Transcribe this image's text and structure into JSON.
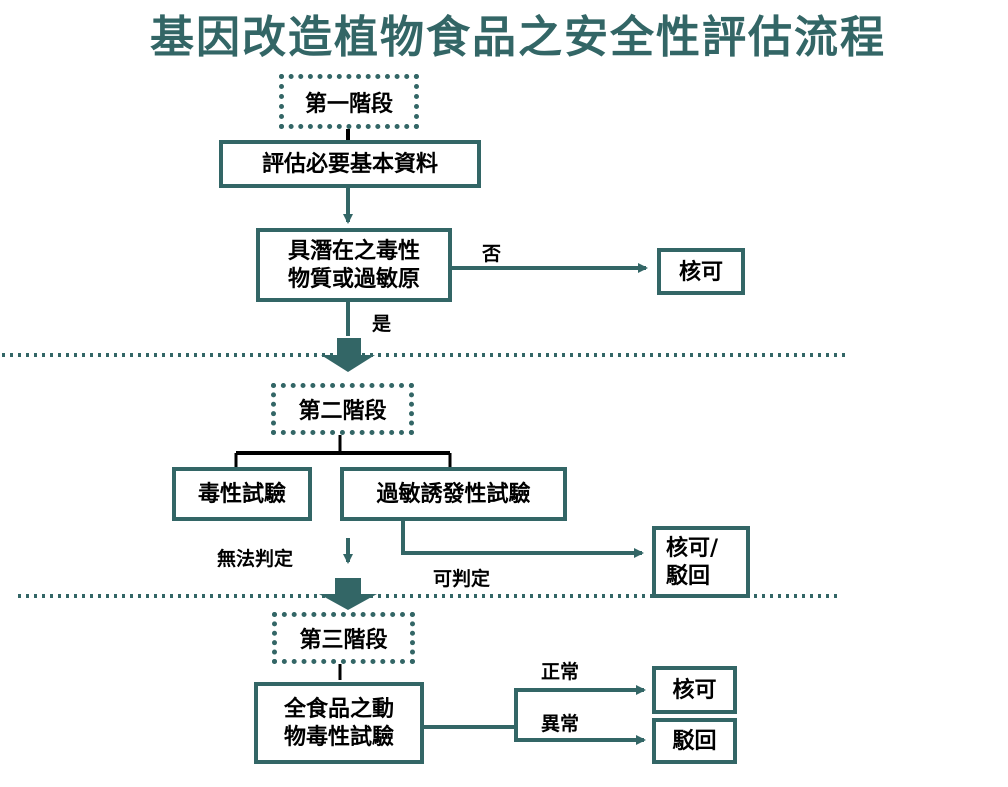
{
  "title": "基因改造植物食品之安全性評估流程",
  "stage1": {
    "label": "第一階段",
    "step": "評估必要基本資料",
    "question_line1": "具潛在之毒性",
    "question_line2": "物質或過敏原",
    "no_label": "否",
    "no_result": "核可",
    "yes_label": "是"
  },
  "stage2": {
    "label": "第二階段",
    "test_toxicity": "毒性試驗",
    "test_allergy": "過敏誘發性試驗",
    "cannot_judge": "無法判定",
    "can_judge": "可判定",
    "result_line1": "核可/",
    "result_line2": "駁回"
  },
  "stage3": {
    "label": "第三階段",
    "test_line1": "全食品之動",
    "test_line2": "物毒性試驗",
    "normal_label": "正常",
    "normal_result": "核可",
    "abnormal_label": "異常",
    "abnormal_result": "駁回"
  },
  "colors": {
    "accent": "#336666",
    "text": "#000000",
    "background": "#ffffff"
  }
}
